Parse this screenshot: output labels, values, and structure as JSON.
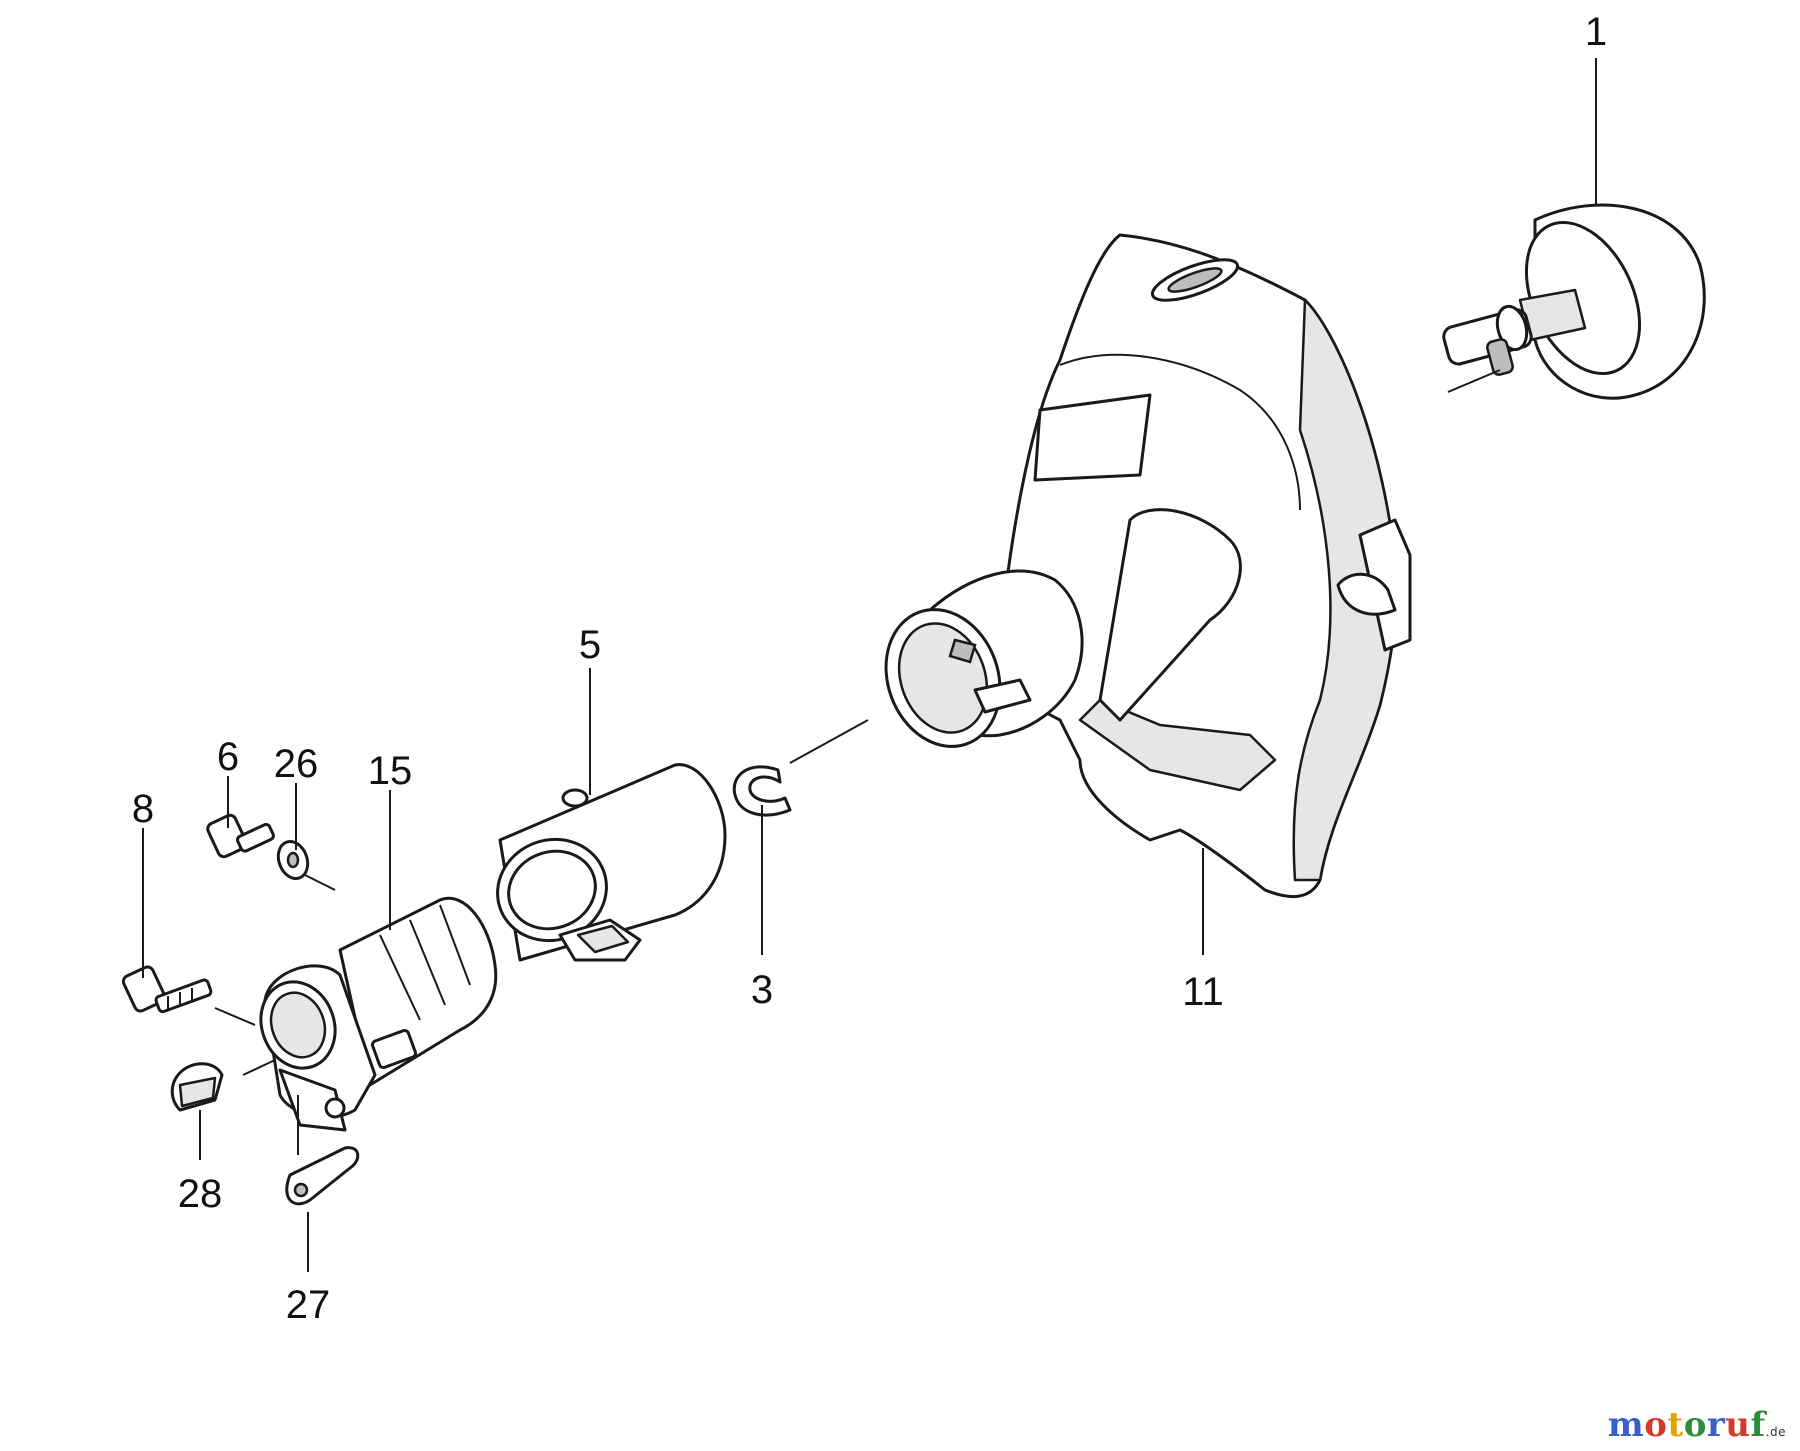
{
  "callouts": {
    "c1": "1",
    "c3": "3",
    "c5": "5",
    "c6": "6",
    "c8": "8",
    "c11": "11",
    "c15": "15",
    "c26": "26",
    "c27": "27",
    "c28": "28"
  },
  "watermark": {
    "text": "motoruf",
    "tld": ".de",
    "colors": [
      "#3a5fc8",
      "#d43a2c",
      "#e0a400",
      "#2e8b3a",
      "#3a5fc8",
      "#d43a2c",
      "#2e8b3a"
    ]
  }
}
